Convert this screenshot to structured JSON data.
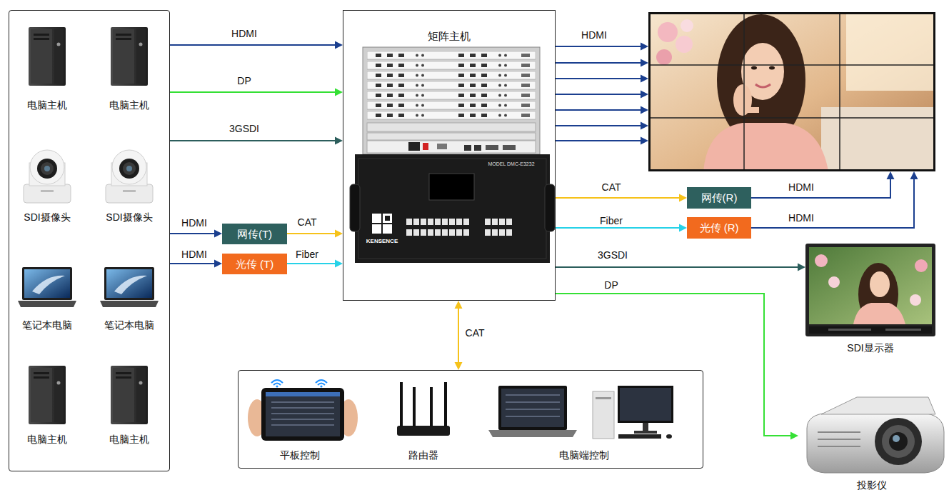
{
  "diagram": {
    "nodes": [
      {
        "text": []
      },
      {
        "text": [
          "电脑主机"
        ],
        "in": 0
      },
      {
        "text": [
          "电脑主机"
        ],
        "in": 0
      },
      {
        "text": [
          "SDI摄像头"
        ],
        "in": 0
      },
      {
        "text": [
          "SDI摄像头"
        ],
        "in": 0
      },
      {
        "text": [
          "笔记本电脑"
        ],
        "in": 0
      },
      {
        "text": [
          "笔记本电脑"
        ],
        "in": 0
      },
      {
        "text": [
          "电脑主机"
        ],
        "in": 0
      },
      {
        "text": [
          "电脑主机"
        ],
        "in": 0
      },
      {
        "text": [
          "网传(T)"
        ]
      },
      {
        "text": [
          "光传 (T)"
        ]
      },
      {
        "text": [
          "矩阵主机"
        ]
      },
      {
        "text": []
      },
      {
        "text": [
          "网传(R)"
        ]
      },
      {
        "text": [
          "光传 (R)"
        ]
      },
      {
        "text": [
          "SDI显示器"
        ]
      },
      {
        "text": [
          "投影仪"
        ]
      },
      {
        "text": []
      },
      {
        "text": [
          "平板控制"
        ],
        "in": 17
      },
      {
        "text": [
          "路由器"
        ],
        "in": 17
      },
      {
        "text": [
          "电脑端控制"
        ],
        "in": 17
      }
    ],
    "edges": [
      {
        "from": 0,
        "to": 11,
        "label": "HDMI",
        "arrow": "to"
      },
      {
        "from": 0,
        "to": 11,
        "label": "DP",
        "arrow": "to"
      },
      {
        "from": 0,
        "to": 11,
        "label": "3GSDI",
        "arrow": "to"
      },
      {
        "from": 0,
        "to": 9,
        "label": "HDMI",
        "arrow": "to"
      },
      {
        "from": 9,
        "to": 11,
        "label": "CAT",
        "arrow": "to"
      },
      {
        "from": 0,
        "to": 10,
        "label": "HDMI",
        "arrow": "to"
      },
      {
        "from": 10,
        "to": 11,
        "label": "Fiber",
        "arrow": "to"
      },
      {
        "from": 11,
        "to": 12,
        "label": "HDMI",
        "arrow": "to"
      },
      {
        "from": 11,
        "to": 12,
        "arrow": "to"
      },
      {
        "from": 11,
        "to": 12,
        "arrow": "to"
      },
      {
        "from": 11,
        "to": 12,
        "arrow": "to"
      },
      {
        "from": 11,
        "to": 12,
        "arrow": "to"
      },
      {
        "from": 11,
        "to": 12,
        "arrow": "to"
      },
      {
        "from": 11,
        "to": 12,
        "arrow": "to"
      },
      {
        "from": 11,
        "to": 13,
        "label": "CAT",
        "arrow": "to"
      },
      {
        "from": 13,
        "to": 12,
        "label": "HDMI",
        "arrow": "to"
      },
      {
        "from": 11,
        "to": 14,
        "label": "Fiber",
        "arrow": "to"
      },
      {
        "from": 14,
        "to": 12,
        "label": "HDMI",
        "arrow": "to"
      },
      {
        "from": 11,
        "to": 15,
        "label": "3GSDI",
        "arrow": "to"
      },
      {
        "from": 11,
        "to": 16,
        "label": "DP",
        "arrow": "to"
      },
      {
        "from": 11,
        "to": 17,
        "label": "CAT",
        "arrow": "both"
      }
    ],
    "labels": [
      "MODEL DMC-E3232",
      "KENSENCE"
    ]
  }
}
